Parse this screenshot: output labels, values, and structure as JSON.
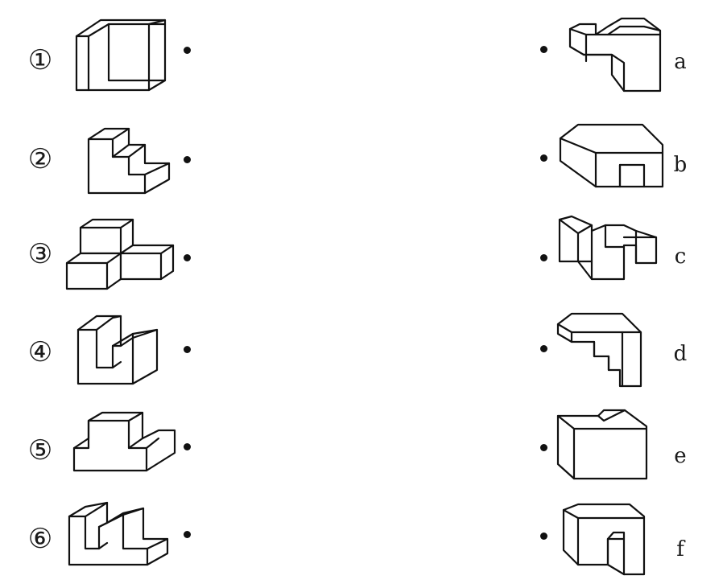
{
  "left_items": [
    {
      "marker": "①",
      "icon": "tall-c-block-icon"
    },
    {
      "marker": "②",
      "icon": "staircase-block-icon"
    },
    {
      "marker": "③",
      "icon": "stacked-cubes-icon"
    },
    {
      "marker": "④",
      "icon": "u-channel-block-icon"
    },
    {
      "marker": "⑤",
      "icon": "t-stepped-block-icon"
    },
    {
      "marker": "⑥",
      "icon": "double-notch-block-icon"
    }
  ],
  "right_items": [
    {
      "letter": "a",
      "icon": "notched-corner-block-icon"
    },
    {
      "letter": "b",
      "icon": "slotted-slab-icon"
    },
    {
      "letter": "c",
      "icon": "u-shaped-block-icon"
    },
    {
      "letter": "d",
      "icon": "stepped-underside-block-icon"
    },
    {
      "letter": "e",
      "icon": "notched-box-icon"
    },
    {
      "letter": "f",
      "icon": "slotted-box-icon"
    }
  ]
}
